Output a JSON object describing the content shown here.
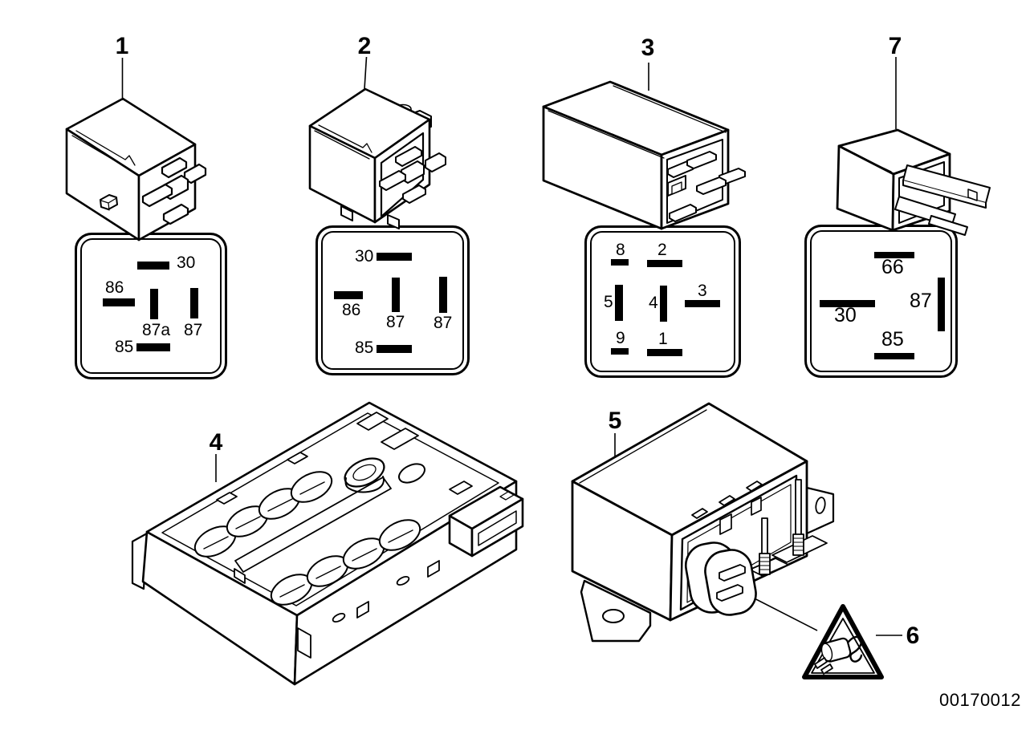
{
  "page": {
    "part_number": "00170012",
    "line_color": "#000000",
    "background": "#ffffff"
  },
  "items": {
    "relay1": {
      "label": "1",
      "pins": {
        "p30": "30",
        "p86": "86",
        "p87a": "87a",
        "p87": "87",
        "p85": "85"
      }
    },
    "relay2": {
      "label": "2",
      "pins": {
        "p30": "30",
        "p86": "86",
        "p87_center": "87",
        "p87_right": "87",
        "p85": "85"
      }
    },
    "relay3": {
      "label": "3",
      "pins": {
        "p8": "8",
        "p2": "2",
        "p5": "5",
        "p4": "4",
        "p3": "3",
        "p9": "9",
        "p1": "1"
      }
    },
    "relay7": {
      "label": "7",
      "pins": {
        "p66": "66",
        "p30": "30",
        "p87": "87",
        "p85": "85"
      }
    },
    "module4": {
      "label": "4"
    },
    "relay5": {
      "label": "5"
    },
    "warning6": {
      "label": "6"
    }
  }
}
